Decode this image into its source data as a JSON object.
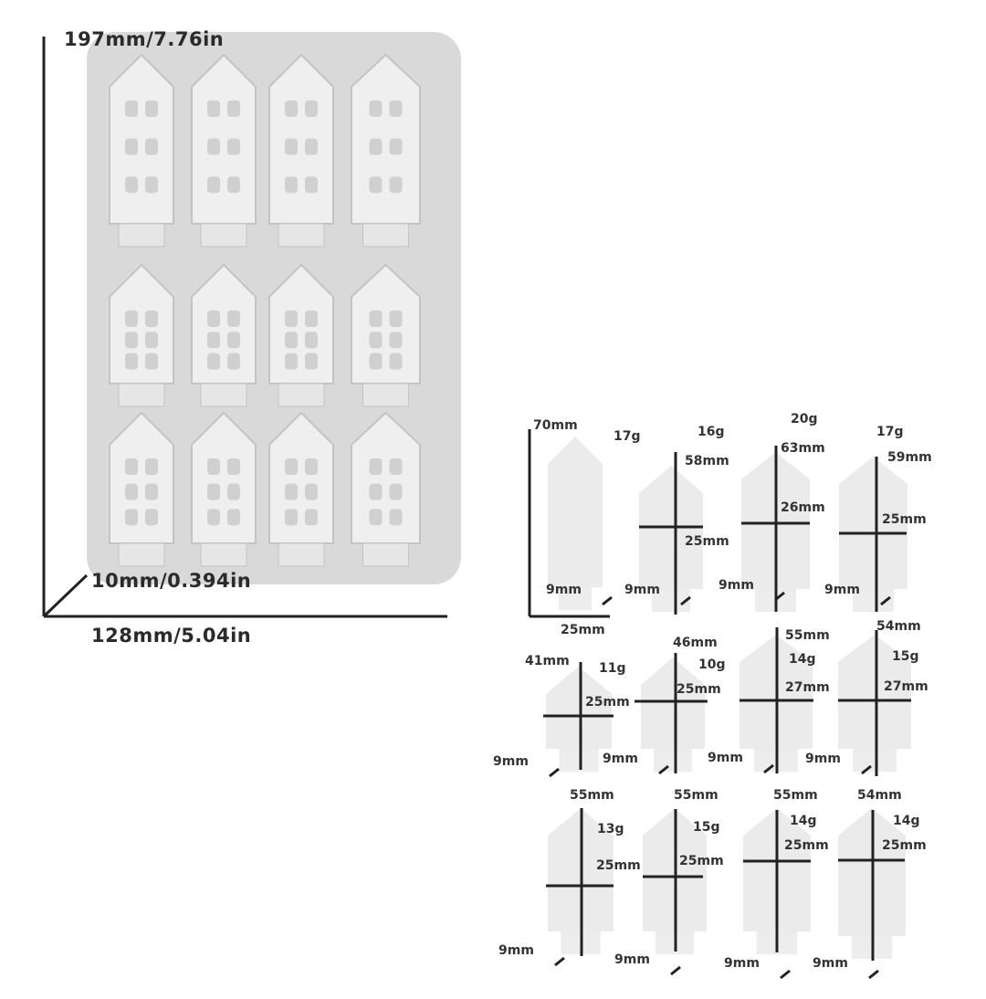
{
  "mold": {
    "height_label": "197mm/7.76in",
    "depth_label": "10mm/0.394in",
    "width_label": "128mm/5.04in",
    "colors": {
      "mold": "#d9d9d9",
      "cavity": "#efefef",
      "axis": "#222222"
    }
  },
  "pieces": [
    {
      "height": "70mm",
      "weight": "17g",
      "width": "25mm",
      "depth": "9mm"
    },
    {
      "height": "58mm",
      "weight": "16g",
      "width": "25mm",
      "depth": "9mm"
    },
    {
      "height": "63mm",
      "weight": "20g",
      "width": "26mm",
      "depth": "9mm"
    },
    {
      "height": "59mm",
      "weight": "17g",
      "width": "25mm",
      "depth": "9mm"
    },
    {
      "height": "41mm",
      "weight": "11g",
      "width": "25mm",
      "depth": "9mm"
    },
    {
      "height": "46mm",
      "weight": "10g",
      "width": "25mm",
      "depth": "9mm"
    },
    {
      "height": "55mm",
      "weight": "14g",
      "width": "27mm",
      "depth": "9mm"
    },
    {
      "height": "54mm",
      "weight": "15g",
      "width": "27mm",
      "depth": "9mm"
    },
    {
      "height": "55mm",
      "weight": "13g",
      "width": "25mm",
      "depth": "9mm"
    },
    {
      "height": "55mm",
      "weight": "15g",
      "width": "25mm",
      "depth": "9mm"
    },
    {
      "height": "55mm",
      "weight": "14g",
      "width": "25mm",
      "depth": "9mm"
    },
    {
      "height": "54mm",
      "weight": "14g",
      "width": "25mm",
      "depth": "9mm"
    }
  ]
}
